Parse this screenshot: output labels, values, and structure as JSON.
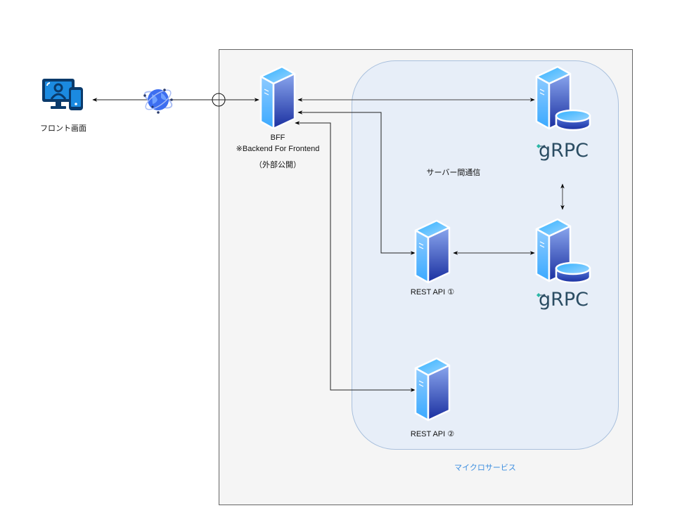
{
  "diagram": {
    "nodes": {
      "front": {
        "label": "フロント画面",
        "icon": "monitor-person-phone-icon"
      },
      "internet": {
        "icon": "globe-network-icon"
      },
      "bff": {
        "title": "BFF",
        "subtitle": "※Backend For Frontend",
        "note": "（外部公開）",
        "icon": "server-icon"
      },
      "grpc1": {
        "logo": "gRPC",
        "icon": "server-database-icon"
      },
      "grpc2": {
        "logo": "gRPC",
        "icon": "server-database-icon"
      },
      "rest1": {
        "label": "REST API ①",
        "icon": "server-icon"
      },
      "rest2": {
        "label": "REST API ②",
        "icon": "server-icon"
      }
    },
    "groups": {
      "microservices": {
        "label": "マイクロサービス",
        "color": "#3d8ee0"
      },
      "inter_server": {
        "label": "サーバー間通信"
      }
    },
    "edges": [
      {
        "from": "internet",
        "to": "front",
        "arrow": "end"
      },
      {
        "from": "internet",
        "to": "bff",
        "arrow": "end"
      },
      {
        "from": "bff",
        "to": "grpc1",
        "arrow": "both"
      },
      {
        "from": "bff",
        "to": "rest1",
        "arrow": "both"
      },
      {
        "from": "bff",
        "to": "rest2",
        "arrow": "both"
      },
      {
        "from": "rest1",
        "to": "grpc2",
        "arrow": "both"
      },
      {
        "from": "grpc1",
        "to": "grpc2",
        "arrow": "both"
      }
    ],
    "colors": {
      "server_light": "#3aa9ff",
      "server_dark": "#1a2fa0",
      "grpc_logo": "#2b4d63",
      "grpc_accent": "#2ab6a5"
    }
  }
}
